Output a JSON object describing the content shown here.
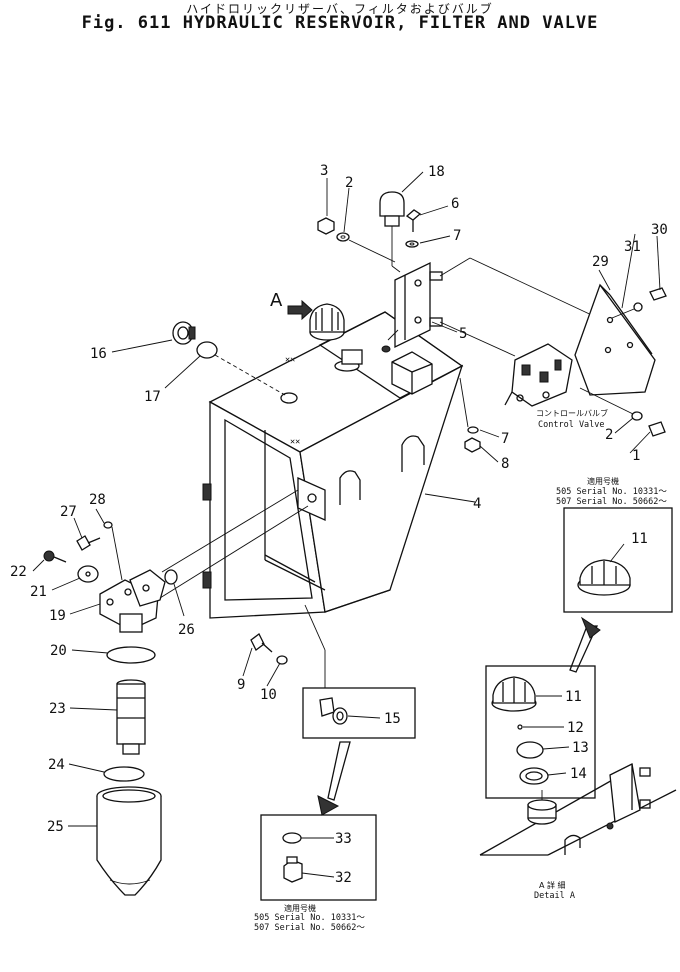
{
  "header": {
    "title_jp": "ハイドロリックリザーバ、フィルタおよびバルブ",
    "title_en": "Fig. 611 HYDRAULIC RESERVOIR, FILTER AND VALVE"
  },
  "view_marker": "A",
  "control_valve": {
    "label_jp": "コントロールバルブ",
    "label_en": "Control Valve"
  },
  "detail": {
    "label_jp": "A 詳 細",
    "label_en": "Detail A"
  },
  "serial_note_top": {
    "heading_jp": "適用号機",
    "line1": "505 Serial No. 10331～",
    "line2": "507 Serial No. 50662～"
  },
  "serial_note_bottom": {
    "heading_jp": "適用号機",
    "line1": "505 Serial No. 10331～",
    "line2": "507 Serial No. 50662～"
  },
  "callouts": {
    "c1": "1",
    "c2a": "2",
    "c2b": "2",
    "c3": "3",
    "c4": "4",
    "c5": "5",
    "c6": "6",
    "c7a": "7",
    "c7b": "7",
    "c8": "8",
    "c9": "9",
    "c10": "10",
    "c11a": "11",
    "c11b": "11",
    "c12": "12",
    "c13": "13",
    "c14": "14",
    "c15": "15",
    "c16": "16",
    "c17": "17",
    "c18": "18",
    "c19": "19",
    "c20": "20",
    "c21": "21",
    "c22": "22",
    "c23": "23",
    "c24": "24",
    "c25": "25",
    "c26": "26",
    "c27": "27",
    "c28": "28",
    "c29": "29",
    "c30": "30",
    "c31": "31",
    "c32": "32",
    "c33": "33"
  }
}
